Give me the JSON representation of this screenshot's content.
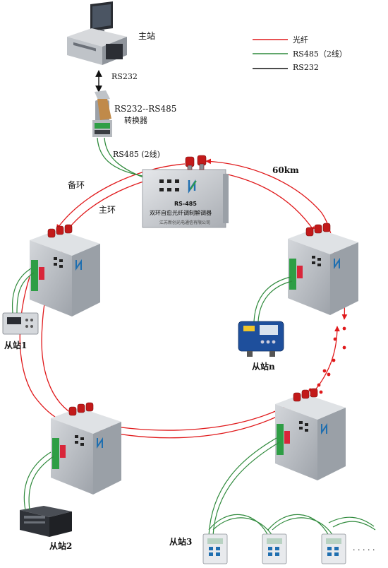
{
  "legend": {
    "fiber": "光纤",
    "rs485": "RS485（2线）",
    "rs232": "RS232"
  },
  "colors": {
    "fiber": "#e0191b",
    "rs485": "#2f8a3c",
    "rs232": "#111111",
    "device_body": "#c9ccd1",
    "connector": "#c21a1a",
    "terminal": "#2e9e45",
    "switch": "#d9263a"
  },
  "labels": {
    "master": "主站",
    "rs232": "RS232",
    "converter_line1": "RS232--RS485",
    "converter_line2": "转换器",
    "rs485_link": "RS485 (2线)",
    "distance": "60km",
    "backup_ring": "备环",
    "main_ring": "主环",
    "slave1": "从站1",
    "slave2": "从站2",
    "slave3": "从站3",
    "slaven": "从站n",
    "ellipsis": "· · · · ·"
  },
  "center_device": {
    "model": "RS-485",
    "name": "双环自愈光纤调制解调器",
    "company": "江苏新创光电通信有限公司"
  }
}
